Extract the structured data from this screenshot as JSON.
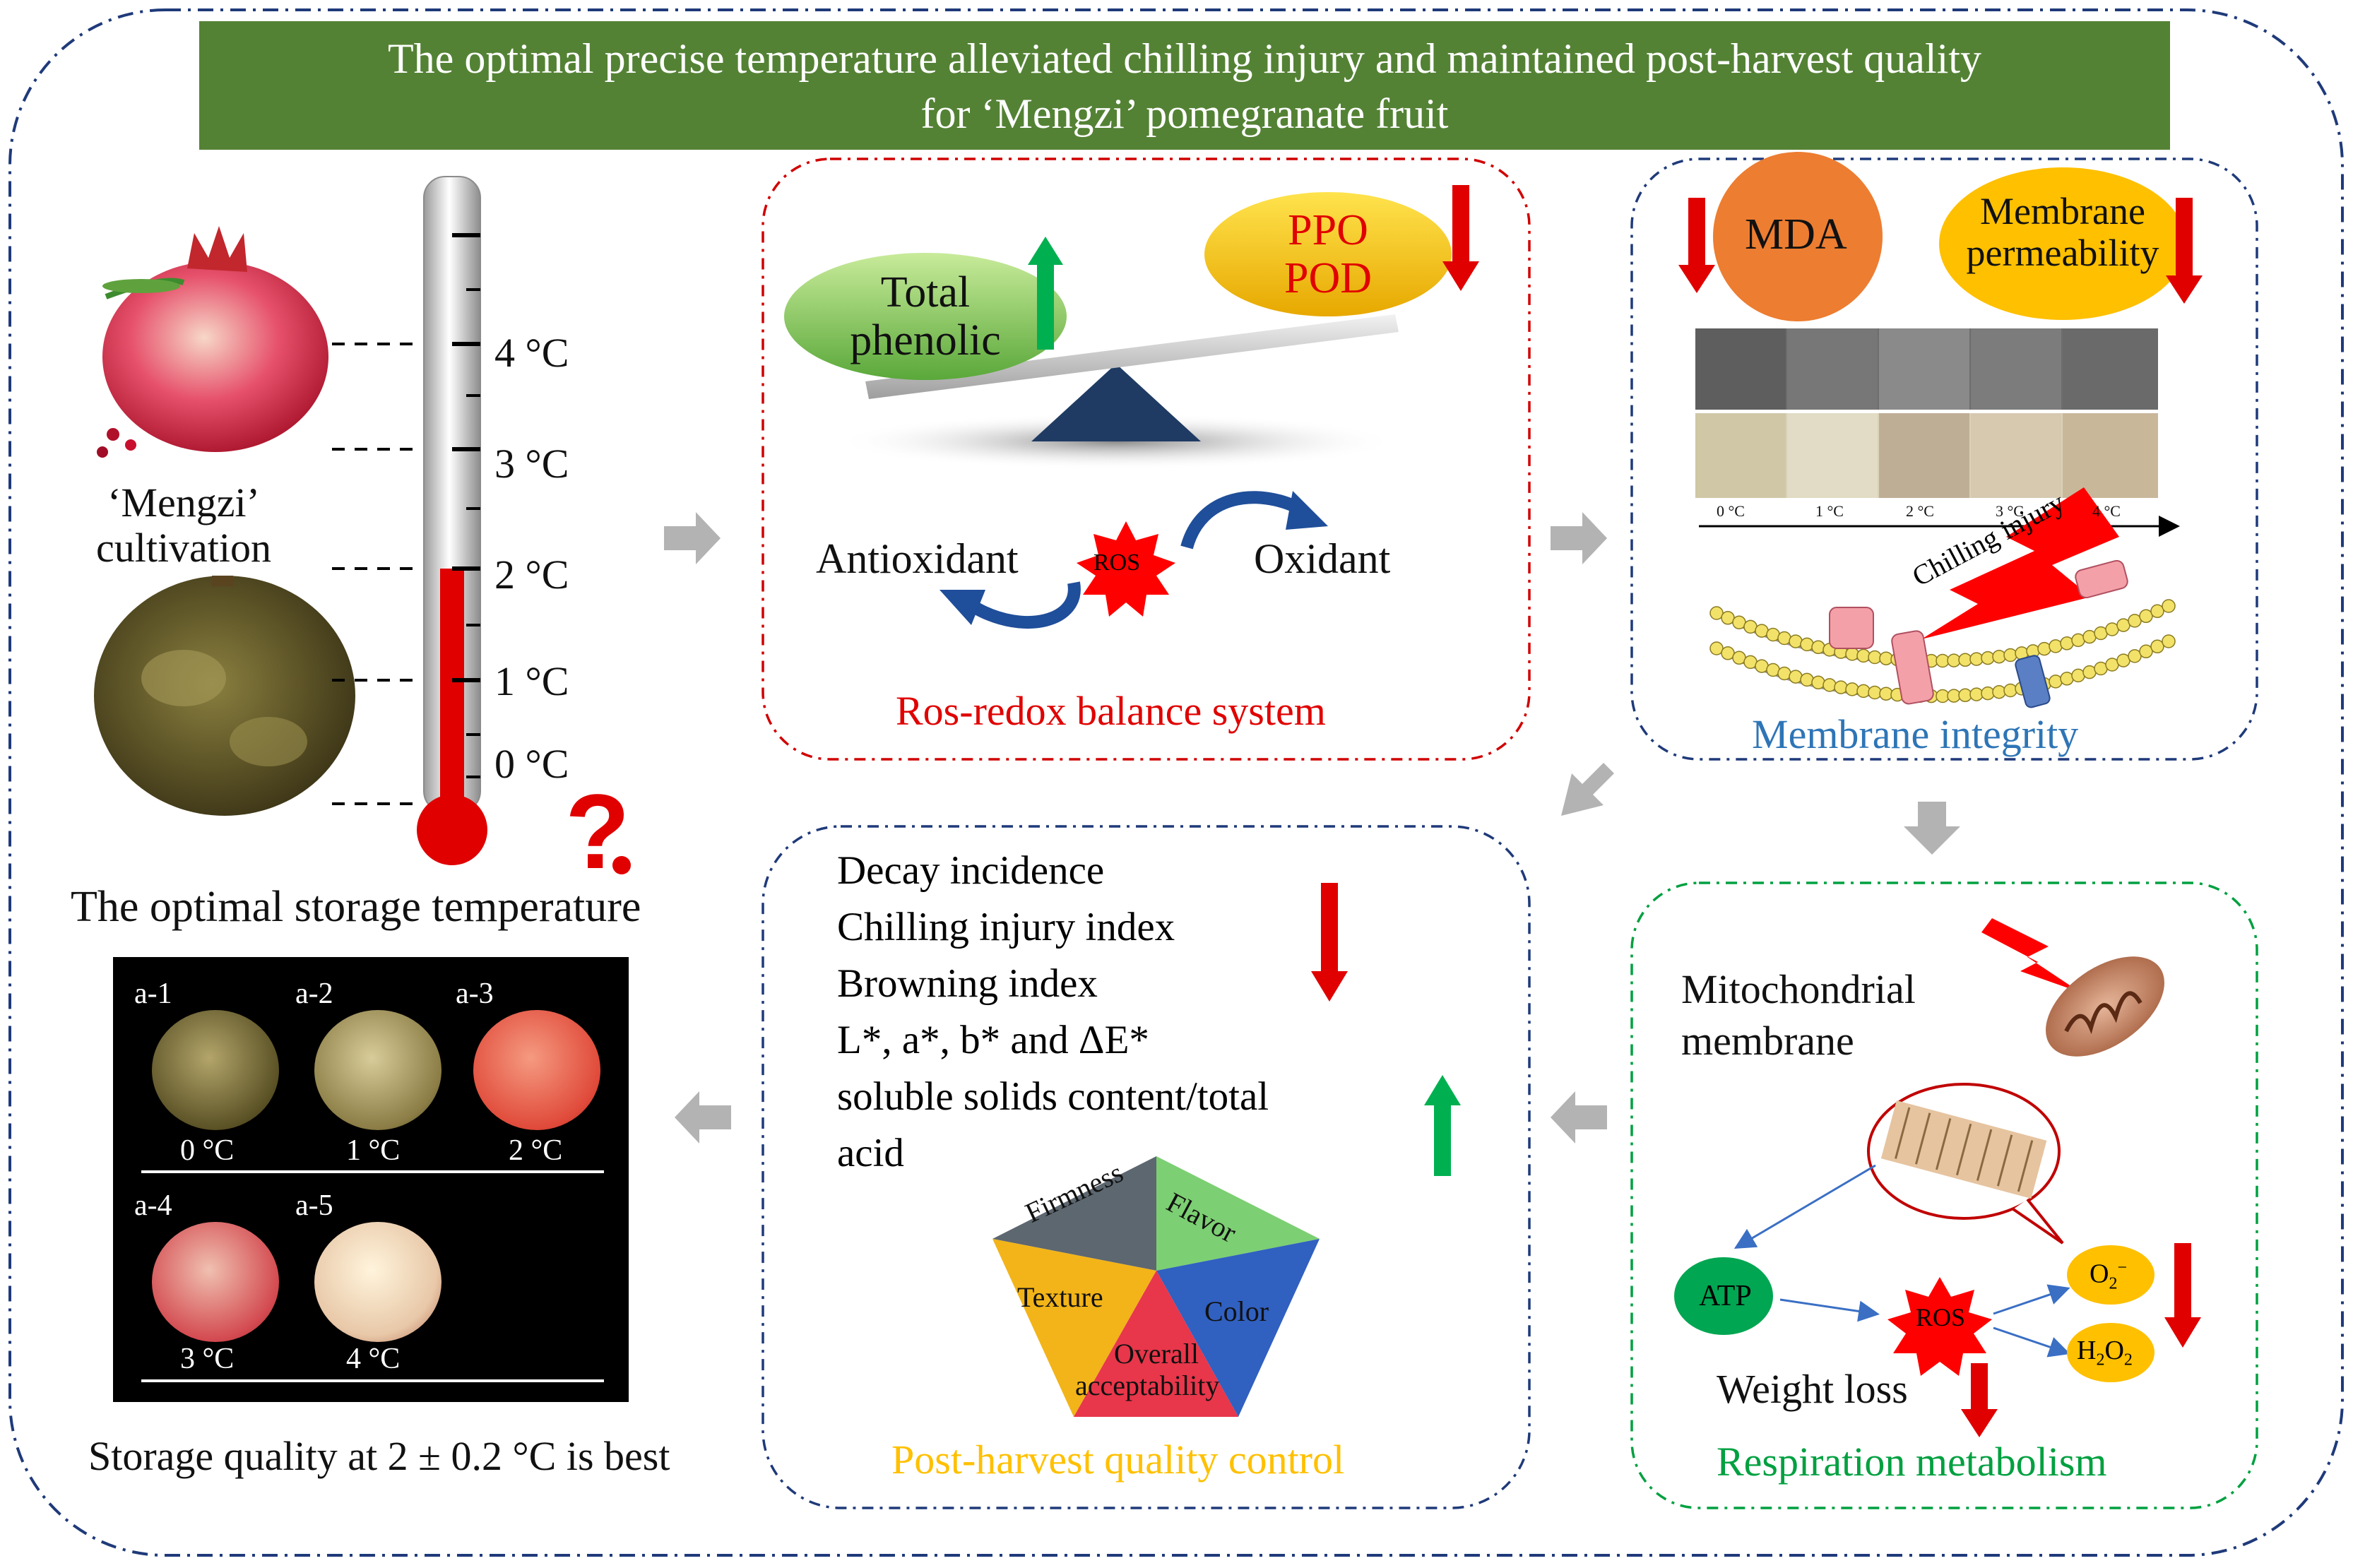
{
  "title": {
    "line1": "The optimal precise temperature alleviated chilling injury and maintained post-harvest quality",
    "line2": "for ‘Mengzi’ pomegranate fruit"
  },
  "left": {
    "cultivation_line1": "‘Mengzi’",
    "cultivation_line2": "cultivation",
    "temps": [
      "4 °C",
      "3 °C",
      "2 °C",
      "1 °C",
      "0 °C"
    ],
    "caption": "The optimal storage temperature",
    "question_mark": "?",
    "conclusion": "Storage quality at 2 ± 0.2 °C is best"
  },
  "photos": {
    "labels": [
      "a-1",
      "a-2",
      "a-3",
      "a-4",
      "a-5"
    ],
    "temps": [
      "0 °C",
      "1 °C",
      "2 °C",
      "3 °C",
      "4 °C"
    ]
  },
  "ros_panel": {
    "total_phenolic_line1": "Total",
    "total_phenolic_line2": "phenolic",
    "ppo": "PPO",
    "pod": "POD",
    "antioxidant": "Antioxidant",
    "ros": "ROS",
    "oxidant": "Oxidant",
    "title": "Ros-redox balance system"
  },
  "membrane_panel": {
    "mda": "MDA",
    "permeability_line1": "Membrane",
    "permeability_line2": "permeability",
    "axis_temps": [
      "0 °C",
      "1 °C",
      "2 °C",
      "3 °C",
      "4 °C"
    ],
    "chilling_injury": "Chilling injury",
    "title": "Membrane integrity"
  },
  "quality_panel": {
    "lines": [
      "Decay incidence",
      "Chilling injury index",
      "Browning index",
      "L*, a*, b* and ΔE*",
      "soluble solids content/total",
      "acid"
    ],
    "pentagon": [
      "Firmness",
      "Flavor",
      "Texture",
      "Color",
      "Overall",
      "acceptability"
    ],
    "title": "Post-harvest quality control"
  },
  "resp_panel": {
    "mito_line1": "Mitochondrial",
    "mito_line2": "membrane",
    "atp": "ATP",
    "ros": "ROS",
    "o2": "O",
    "o2_sub": "2",
    "o2_sup": "−",
    "h2o2_a": "H",
    "h2o2_b": "2",
    "h2o2_c": "O",
    "h2o2_d": "2",
    "weight_loss": "Weight loss",
    "title": "Respiration metabolism"
  },
  "colors": {
    "banner_green": "#548235",
    "red_arrow": "#ff0000",
    "green_arrow": "#00b050",
    "ros_title": "#e00000",
    "membrane_title": "#2e75b6",
    "quality_title": "#ffc000",
    "resp_title": "#00a040"
  }
}
